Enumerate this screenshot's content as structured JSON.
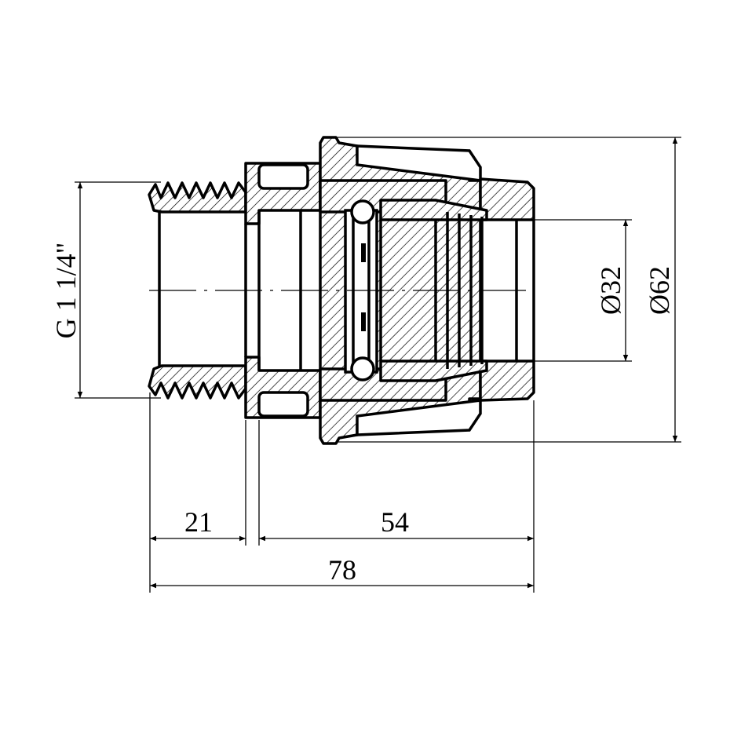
{
  "drawing": {
    "title": "Compression fitting with male thread — section view",
    "dimensions": {
      "thread": "G 1 1/4\"",
      "pipe_diameter": "Ø32",
      "outer_diameter": "Ø62",
      "thread_length": "21",
      "body_length": "54",
      "total_length": "78"
    }
  }
}
